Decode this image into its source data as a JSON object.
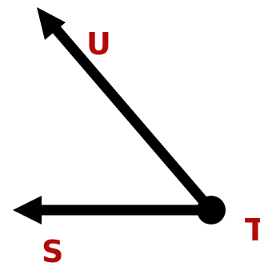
{
  "diagram": {
    "vertex": {
      "label": "T"
    },
    "rays": [
      {
        "name": "ray-tu",
        "label": "U"
      },
      {
        "name": "ray-ts",
        "label": "S"
      }
    ],
    "colors": {
      "stroke": "#000000",
      "label": "#b30a0a"
    }
  }
}
